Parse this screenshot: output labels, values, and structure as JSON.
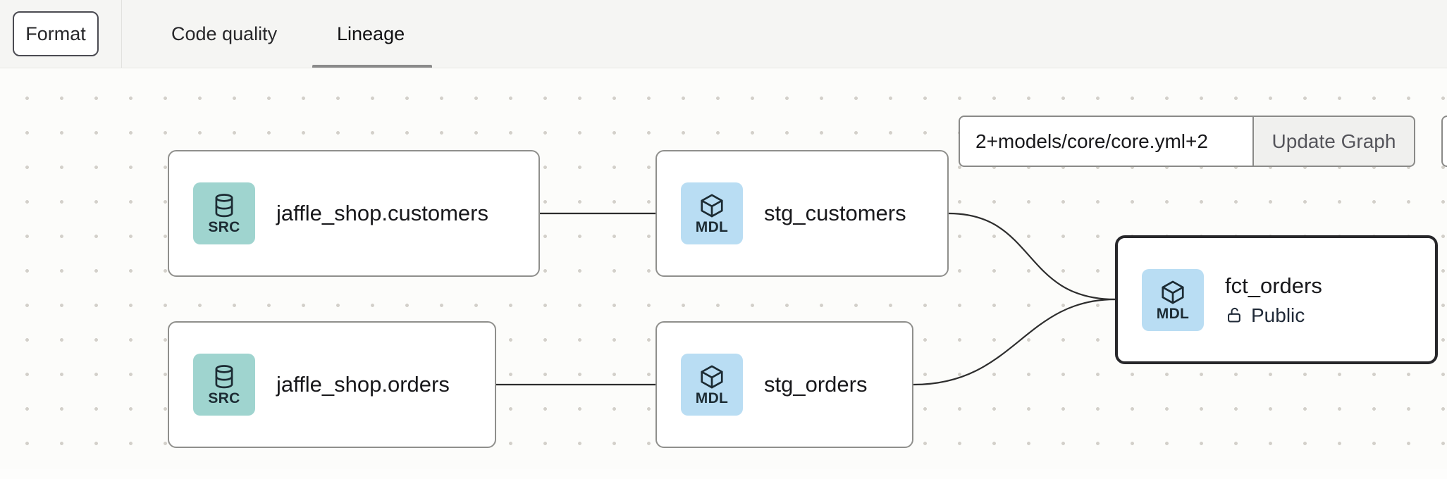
{
  "toolbar": {
    "format_label": "Format",
    "tabs": [
      {
        "label": "Code quality",
        "active": false
      },
      {
        "label": "Lineage",
        "active": true
      }
    ]
  },
  "graph_controls": {
    "selector_value": "2+models/core/core.yml+2",
    "update_button_label": "Update Graph"
  },
  "lineage": {
    "nodes": [
      {
        "type": "SRC",
        "label": "jaffle_shop.customers",
        "selected": false
      },
      {
        "type": "MDL",
        "label": "stg_customers",
        "selected": false
      },
      {
        "type": "SRC",
        "label": "jaffle_shop.orders",
        "selected": false
      },
      {
        "type": "MDL",
        "label": "stg_orders",
        "selected": false
      },
      {
        "type": "MDL",
        "label": "fct_orders",
        "access": "Public",
        "selected": true
      }
    ],
    "edges": [
      {
        "from": "jaffle_shop.customers",
        "to": "stg_customers"
      },
      {
        "from": "jaffle_shop.orders",
        "to": "stg_orders"
      },
      {
        "from": "stg_customers",
        "to": "fct_orders"
      },
      {
        "from": "stg_orders",
        "to": "fct_orders"
      }
    ]
  },
  "colors": {
    "src_chip_bg": "#9fd4cf",
    "mdl_chip_bg": "#b9ddf3",
    "selected_node_border": "#27272a",
    "edge_stroke": "#2d2d2d",
    "active_tab_underline": "#8a8a8a"
  }
}
